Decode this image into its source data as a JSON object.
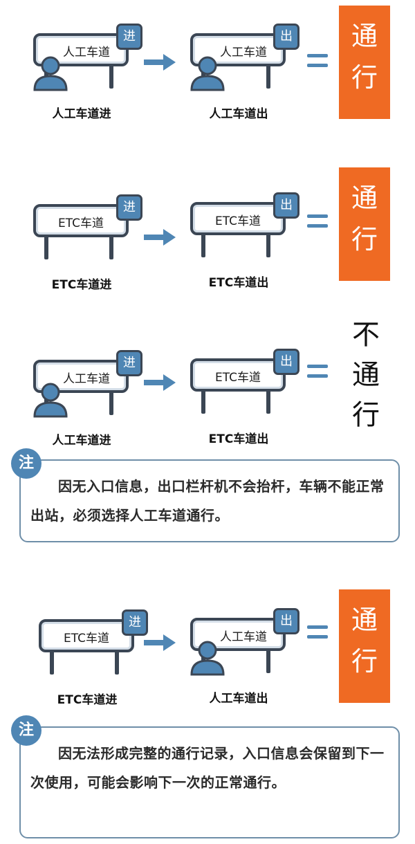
{
  "colors": {
    "accent_blue": "#4f86b4",
    "sign_dark": "#3b4654",
    "result_orange": "#ef6a23",
    "note_border": "#6e8ea8"
  },
  "icons": {
    "arrow": "arrow-right-icon",
    "equals": "equals-icon",
    "person": "person-icon"
  },
  "scenarios": [
    {
      "entry": {
        "sign": "人工车道",
        "badge": "进",
        "caption": "人工车道进"
      },
      "exit": {
        "sign": "人工车道",
        "badge": "出",
        "caption": "人工车道出"
      },
      "result": [
        "通",
        "行"
      ]
    },
    {
      "entry": {
        "sign": "ETC车道",
        "badge": "进",
        "caption": "ETC车道进"
      },
      "exit": {
        "sign": "ETC车道",
        "badge": "出",
        "caption": "ETC车道出"
      },
      "result": [
        "通",
        "行"
      ]
    },
    {
      "entry": {
        "sign": "人工车道",
        "badge": "进",
        "caption": "人工车道进"
      },
      "exit": {
        "sign": "ETC车道",
        "badge": "出",
        "caption": "ETC车道出"
      },
      "result": [
        "不",
        "通",
        "行"
      ]
    },
    {
      "entry": {
        "sign": "ETC车道",
        "badge": "进",
        "caption": "ETC车道进"
      },
      "exit": {
        "sign": "人工车道",
        "badge": "出",
        "caption": "人工车道出"
      },
      "result": [
        "通",
        "行"
      ]
    }
  ],
  "notes": [
    {
      "badge": "注",
      "text": "因无入口信息，出口栏杆机不会抬杆，车辆不能正常出站，必须选择人工车道通行。"
    },
    {
      "badge": "注",
      "text": "因无法形成完整的通行记录，入口信息会保留到下一次使用，可能会影响下一次的正常通行。"
    }
  ]
}
